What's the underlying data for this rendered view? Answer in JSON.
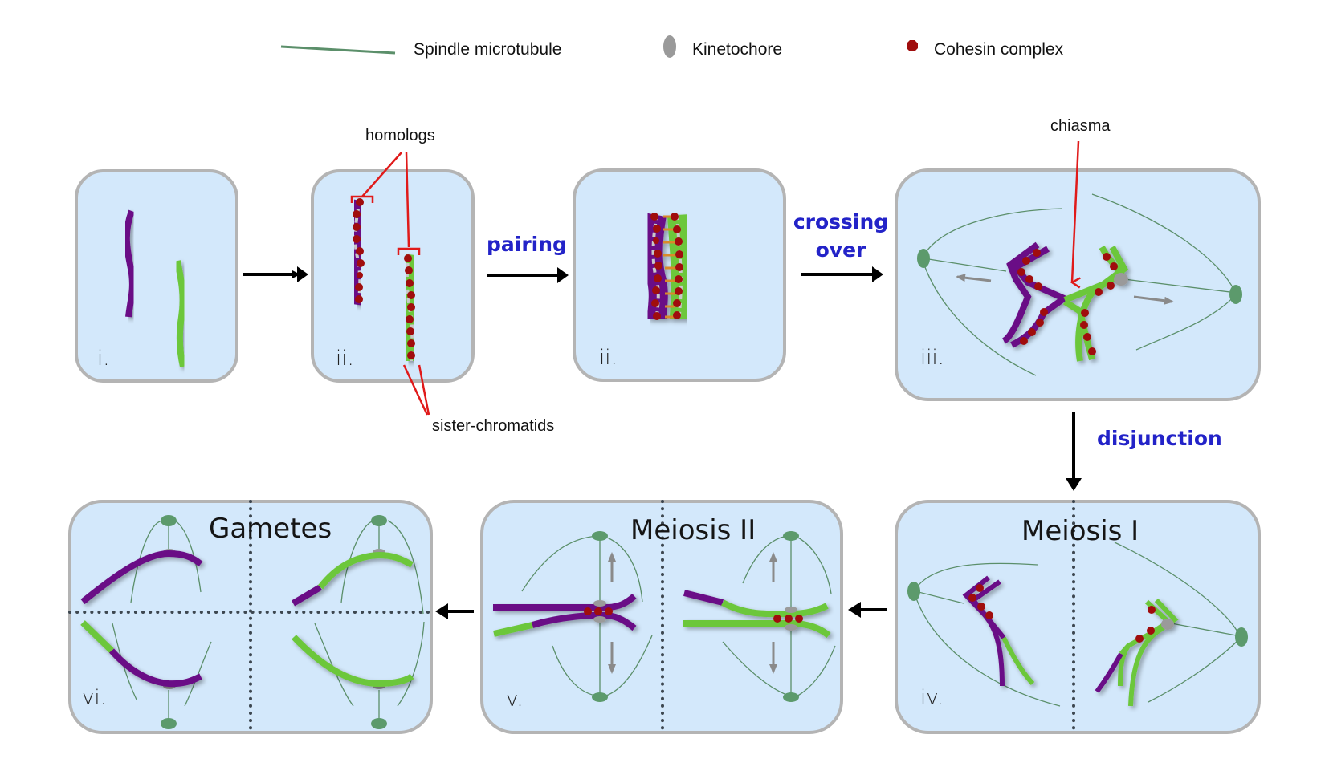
{
  "legend": {
    "items": [
      {
        "icon": "spindle-microtubule-icon",
        "label": "Spindle microtubule",
        "color": "#5b8f6a"
      },
      {
        "icon": "kinetochore-icon",
        "label": "Kinetochore",
        "color": "#9a9a9a"
      },
      {
        "icon": "cohesin-complex-icon",
        "label": "Cohesin complex",
        "color": "#a00d0d"
      }
    ]
  },
  "annotations": {
    "homologs": "homologs",
    "sister_chromatids": "sister-chromatids",
    "chiasma": "chiasma"
  },
  "steps": {
    "pairing": "pairing",
    "crossing_over_line1": "crossing",
    "crossing_over_line2": "over",
    "disjunction": "disjunction"
  },
  "panels": [
    {
      "id": "i",
      "label": "i.",
      "title": ""
    },
    {
      "id": "ii-a",
      "label": "ii.",
      "title": ""
    },
    {
      "id": "ii-b",
      "label": "ii.",
      "title": ""
    },
    {
      "id": "iii",
      "label": "iii.",
      "title": ""
    },
    {
      "id": "iv",
      "label": "iv.",
      "title": "Meiosis I"
    },
    {
      "id": "v",
      "label": "v.",
      "title": "Meiosis II"
    },
    {
      "id": "vi",
      "label": "vi.",
      "title": "Gametes"
    }
  ],
  "colors": {
    "maternal_chromosome": "#6a0f86",
    "paternal_chromosome": "#6cc73b",
    "panel_fill": "#d3e8fb",
    "step_text": "#2323c8",
    "annotation_lines": "#e01a1a"
  }
}
